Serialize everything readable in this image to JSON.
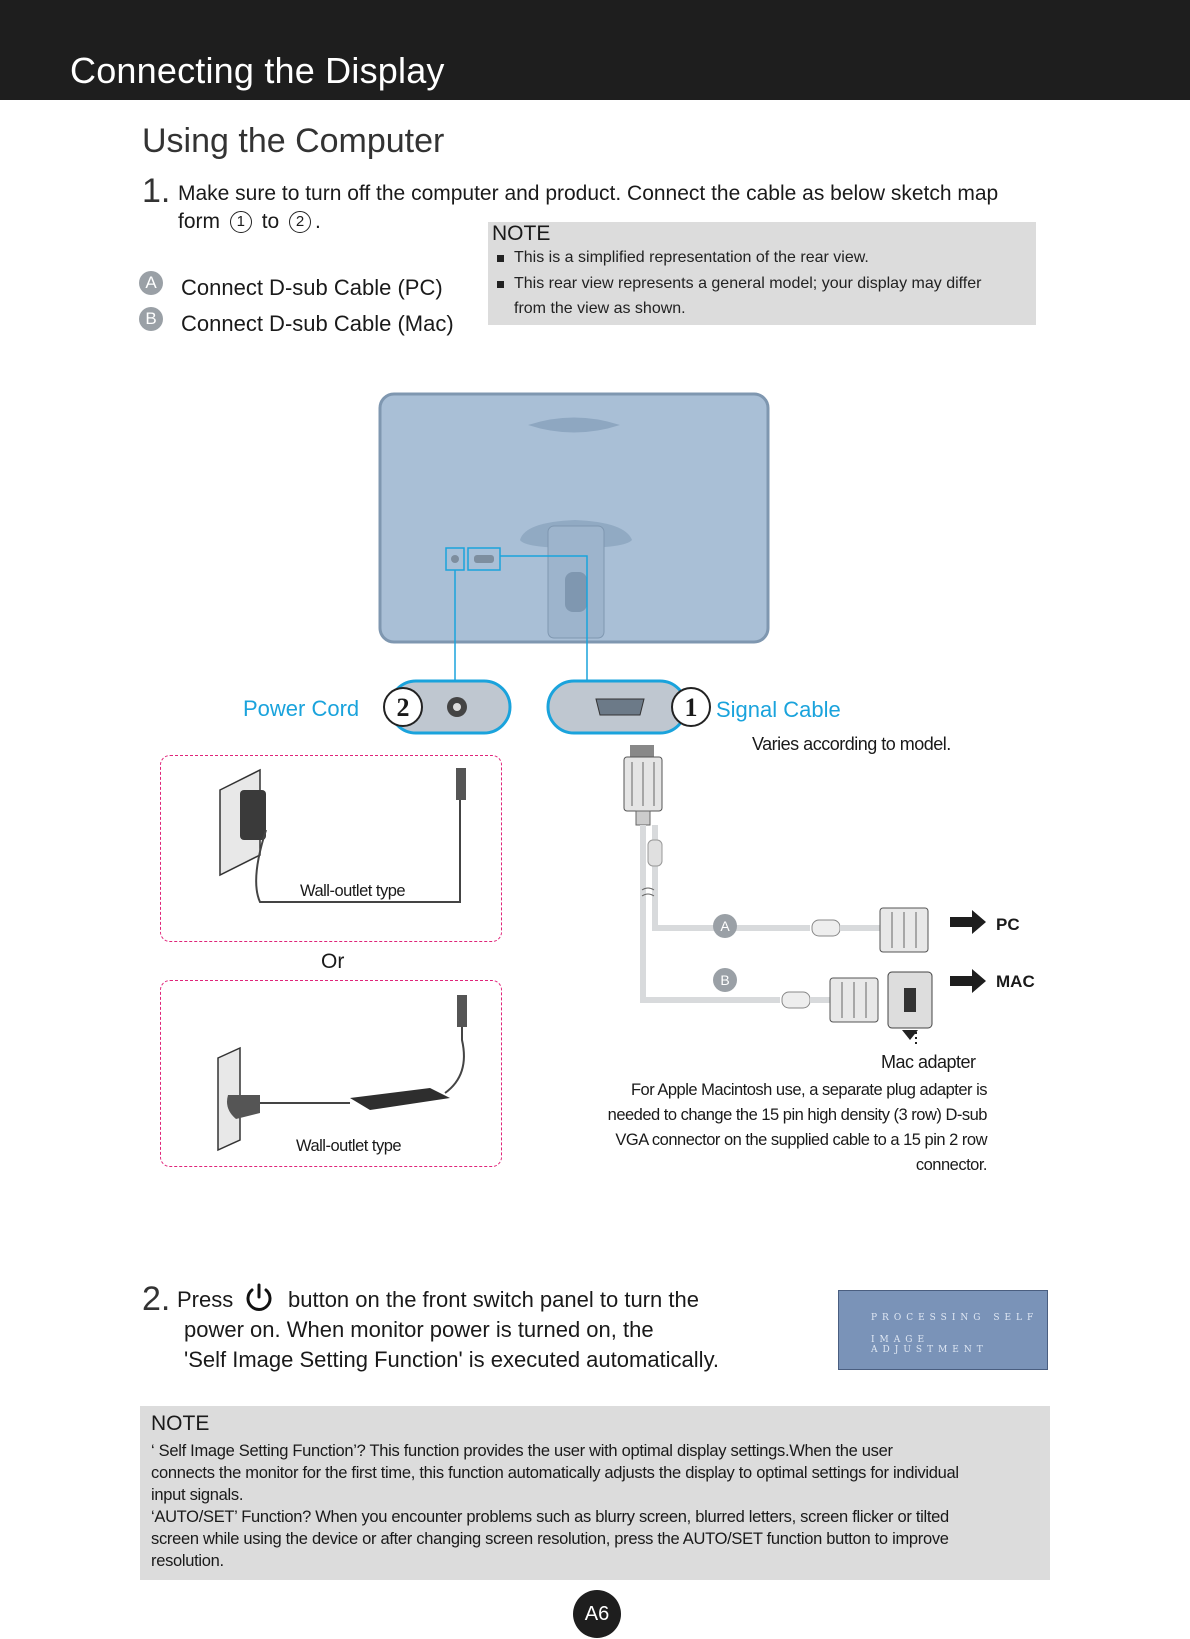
{
  "header": {
    "title": "Connecting the Display"
  },
  "section_title": "Using the Computer",
  "step1": {
    "number": "1.",
    "line1": "Make sure to turn off the computer and  product. Connect the cable as below sketch map",
    "line2_prefix": "form",
    "circle_1": "1",
    "to": "to",
    "circle_2": "2",
    "period": "."
  },
  "options": [
    {
      "badge": "A",
      "label": "Connect D-sub Cable (PC)"
    },
    {
      "badge": "B",
      "label": "Connect D-sub Cable (Mac)"
    }
  ],
  "note1": {
    "title": "NOTE",
    "items": [
      "This is a simplified representation of the rear view.",
      "This rear view represents a general model; your display may differ",
      "from the view as shown."
    ]
  },
  "diagram": {
    "power_cord_label": "Power Cord",
    "power_number": "2",
    "signal_number": "1",
    "signal_cable_label": "Signal Cable",
    "varies_note": "Varies according to model.",
    "wall_outlet_1": "Wall-outlet type",
    "or_label": "Or",
    "wall_outlet_2": "Wall-outlet type",
    "badge_a": "A",
    "badge_b": "B",
    "pc_label": "PC",
    "mac_label": "MAC",
    "mac_adapter_label": "Mac adapter",
    "mac_note": [
      "For Apple Macintosh use, a  separate plug adapter is",
      "needed to change the 15 pin high density (3 row) D-sub",
      "VGA connector on the supplied cable to a 15 pin  2 row",
      "connector."
    ],
    "colors": {
      "monitor": "#a9bfd6",
      "blue_label": "#1aa3dc",
      "dashed_box": "#e0247a"
    }
  },
  "step2": {
    "number": "2.",
    "press": "Press",
    "power_icon": "power-icon",
    "line1_rest": "button on the front switch panel to turn the",
    "line2": "power on. When monitor power is turned on, the",
    "line3": "'Self Image Setting Function' is  executed automatically."
  },
  "osd": {
    "line1": "PROCESSING  SELF",
    "line2": "IMAGE ADJUSTMENT"
  },
  "note2": {
    "title": "NOTE",
    "lines": [
      "‘ Self Image Setting Function’?     This function provides the user with optimal display settings.When the user",
      "connects the monitor for the first time, this function automatically adjusts the display to optimal settings for individual",
      "input signals.",
      "‘AUTO/SET’ Function?    When you encounter problems such as blurry screen, blurred letters, screen flicker or tilted",
      "screen while using the device or after changing screen resolution, press the AUTO/SET function button to improve",
      "resolution."
    ]
  },
  "page_number": "A6"
}
